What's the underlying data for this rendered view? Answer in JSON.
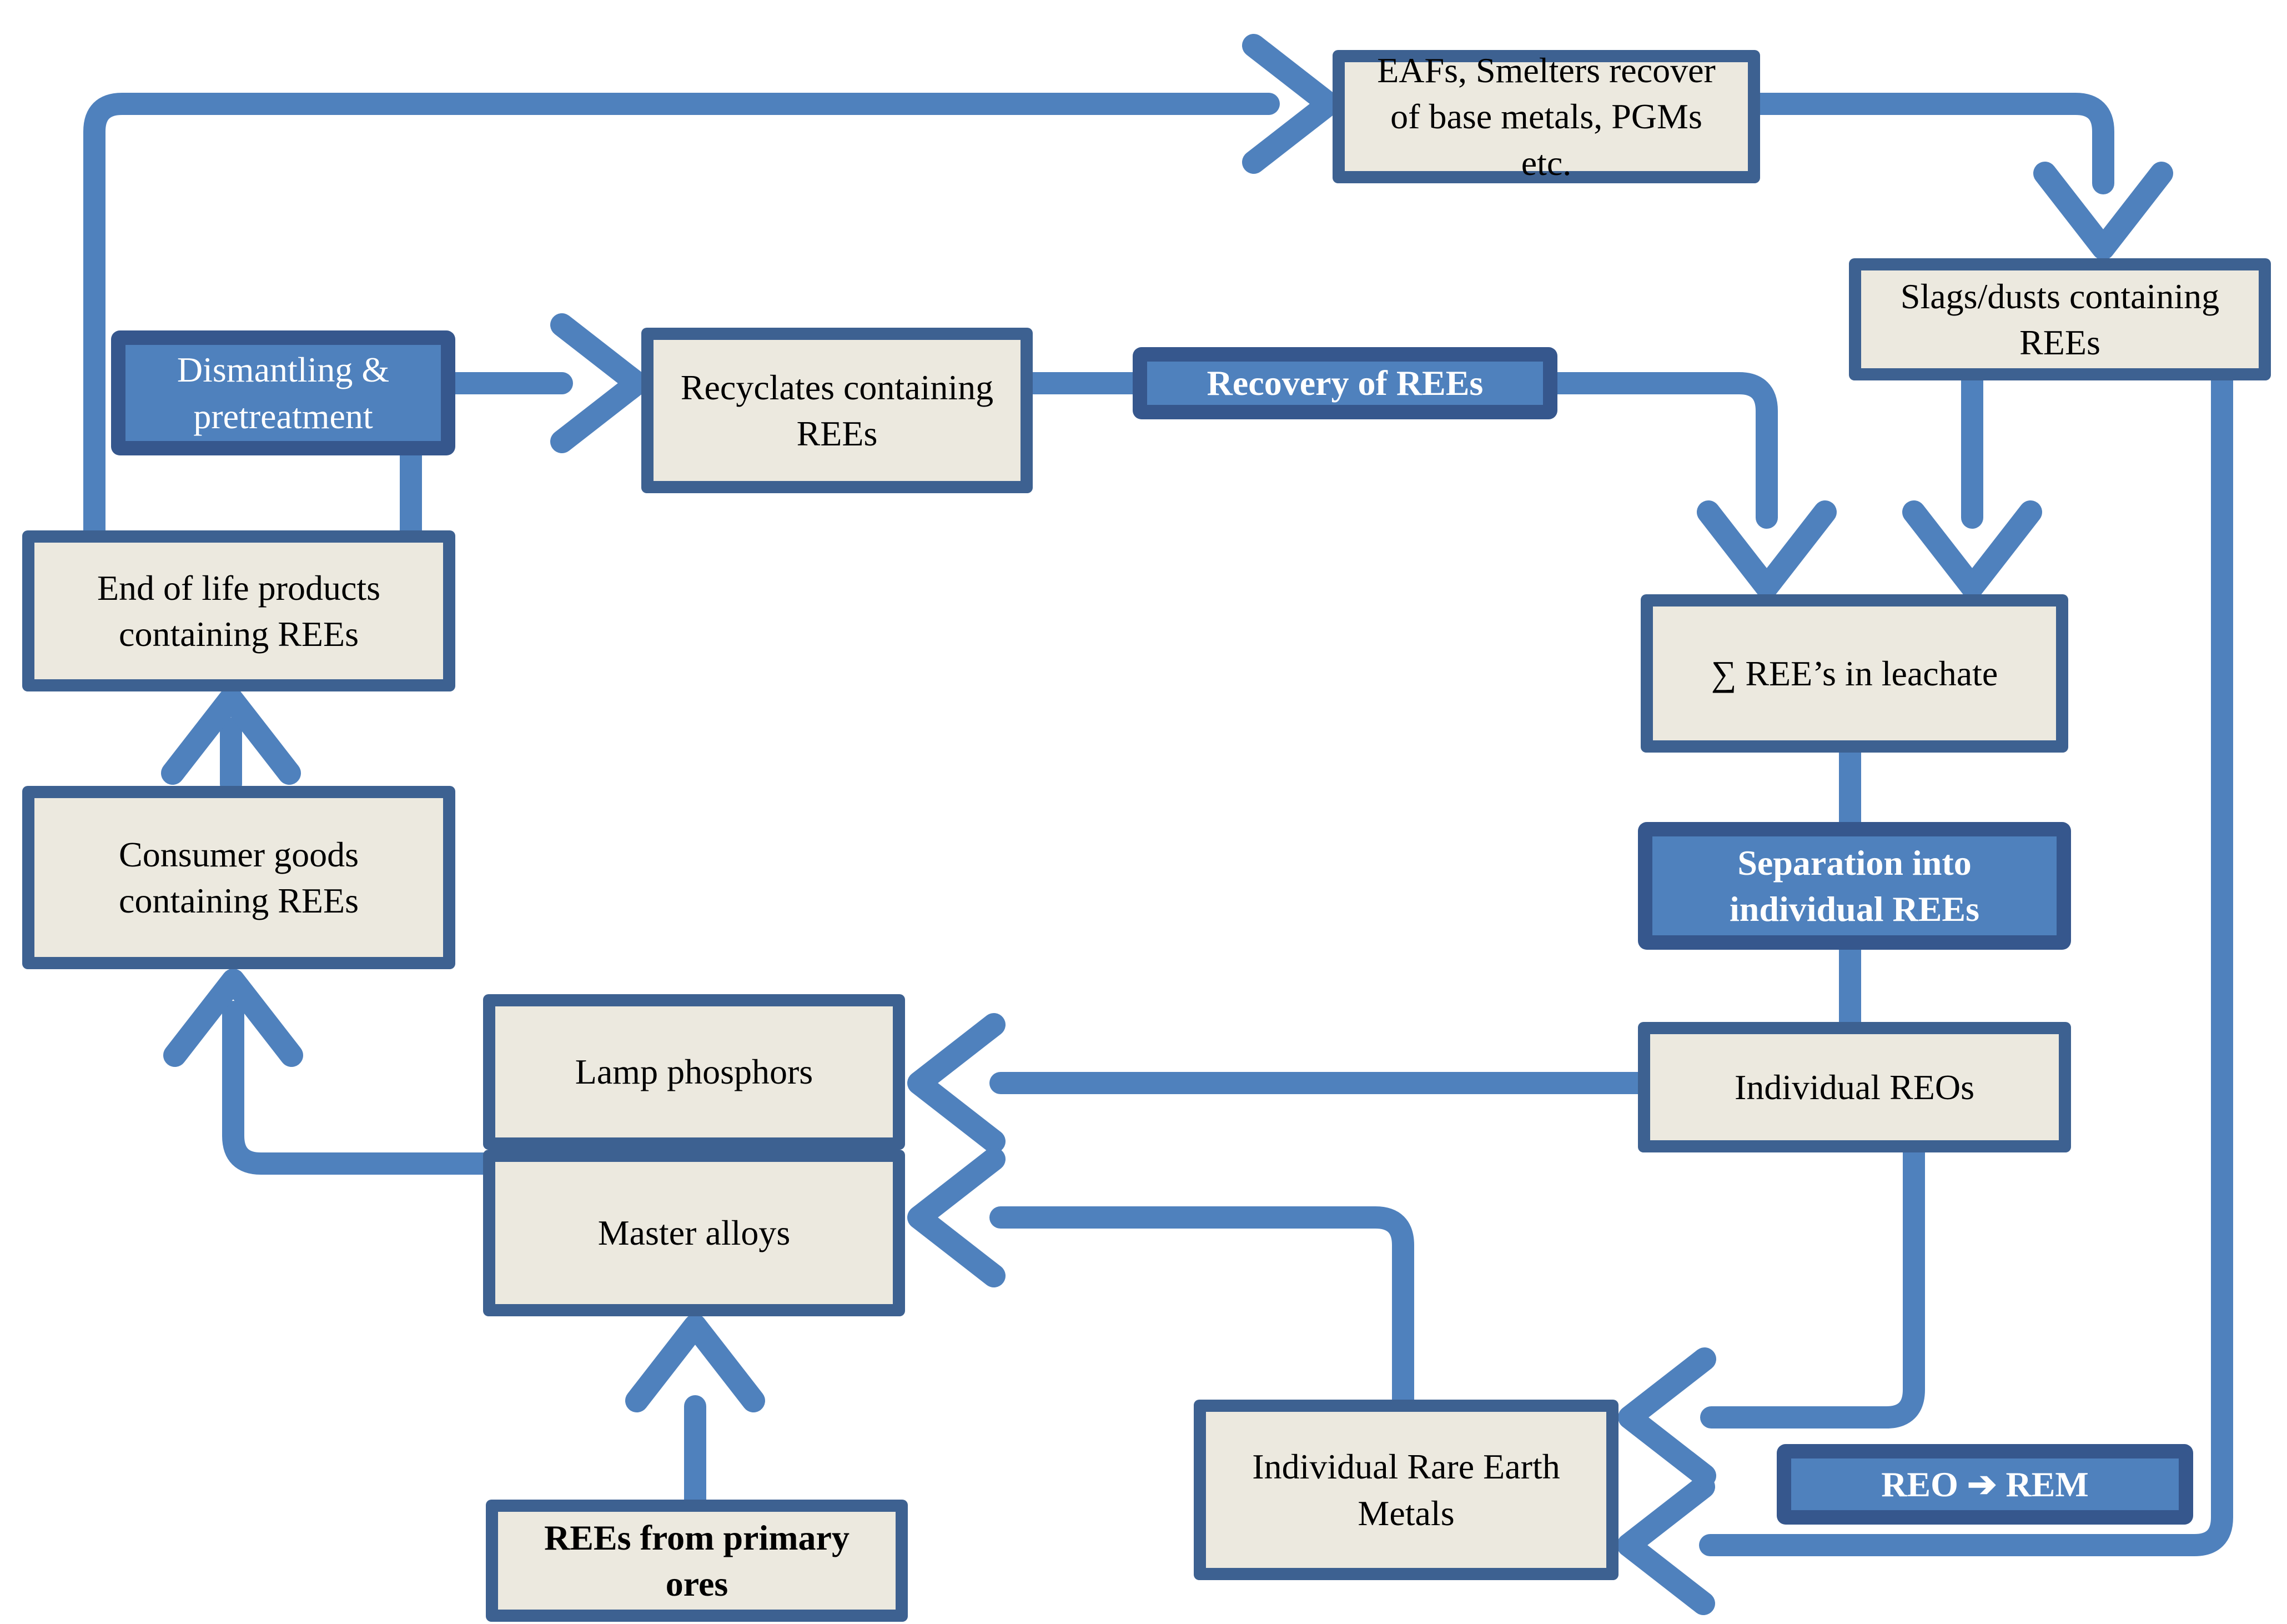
{
  "diagram_title": "REE recycling flow diagram",
  "colors": {
    "background": "#ffffff",
    "item_fill": "#ece9df",
    "item_border": "#3d6191",
    "process_fill": "#4f81bd",
    "process_border": "#36578d",
    "connector": "#4f81bd",
    "item_text": "#000000",
    "process_text": "#ffffff"
  },
  "nodes": {
    "eafs": {
      "label": "EAFs, Smelters recover of base metals, PGMs etc.",
      "type": "item"
    },
    "slags": {
      "label": "Slags/dusts containing REEs",
      "type": "item"
    },
    "dismantling": {
      "label": "Dismantling & pretreatment",
      "type": "process"
    },
    "recyclates": {
      "label": "Recyclates containing REEs",
      "type": "item"
    },
    "recovery": {
      "label": "Recovery of REEs",
      "type": "process"
    },
    "end_of_life": {
      "label": "End of life products containing REEs",
      "type": "item"
    },
    "consumer_goods": {
      "label": "Consumer goods containing REEs",
      "type": "item"
    },
    "sum_ree_leachate": {
      "label": "∑ REE’s in leachate",
      "type": "item"
    },
    "separation": {
      "label": "Separation into individual REEs",
      "type": "process"
    },
    "individual_reos": {
      "label": "Individual REOs",
      "type": "item"
    },
    "lamp_phosphors": {
      "label": "Lamp phosphors",
      "type": "item"
    },
    "master_alloys": {
      "label": "Master alloys",
      "type": "item"
    },
    "rees_primary_ores": {
      "label": "REEs from primary ores",
      "type": "item"
    },
    "individual_rem": {
      "label": "Individual Rare Earth Metals",
      "type": "item"
    },
    "reo_rem": {
      "label": "REO ➔ REM",
      "type": "process"
    }
  },
  "edges": [
    {
      "from": "end_of_life",
      "to": "eafs"
    },
    {
      "from": "eafs",
      "to": "slags"
    },
    {
      "from": "end_of_life",
      "to": "dismantling"
    },
    {
      "from": "dismantling",
      "to": "recyclates"
    },
    {
      "from": "recyclates",
      "to": "recovery"
    },
    {
      "from": "recovery",
      "to": "sum_ree_leachate"
    },
    {
      "from": "slags",
      "to": "sum_ree_leachate"
    },
    {
      "from": "slags",
      "to": "individual_rem"
    },
    {
      "from": "sum_ree_leachate",
      "to": "separation"
    },
    {
      "from": "separation",
      "to": "individual_reos"
    },
    {
      "from": "individual_reos",
      "to": "lamp_phosphors"
    },
    {
      "from": "individual_reos",
      "to": "individual_rem",
      "via_label": "REO ➔ REM"
    },
    {
      "from": "individual_rem",
      "to": "master_alloys"
    },
    {
      "from": "rees_primary_ores",
      "to": "master_alloys"
    },
    {
      "from": "lamp_phosphors",
      "to": "consumer_goods"
    },
    {
      "from": "consumer_goods",
      "to": "end_of_life"
    }
  ]
}
